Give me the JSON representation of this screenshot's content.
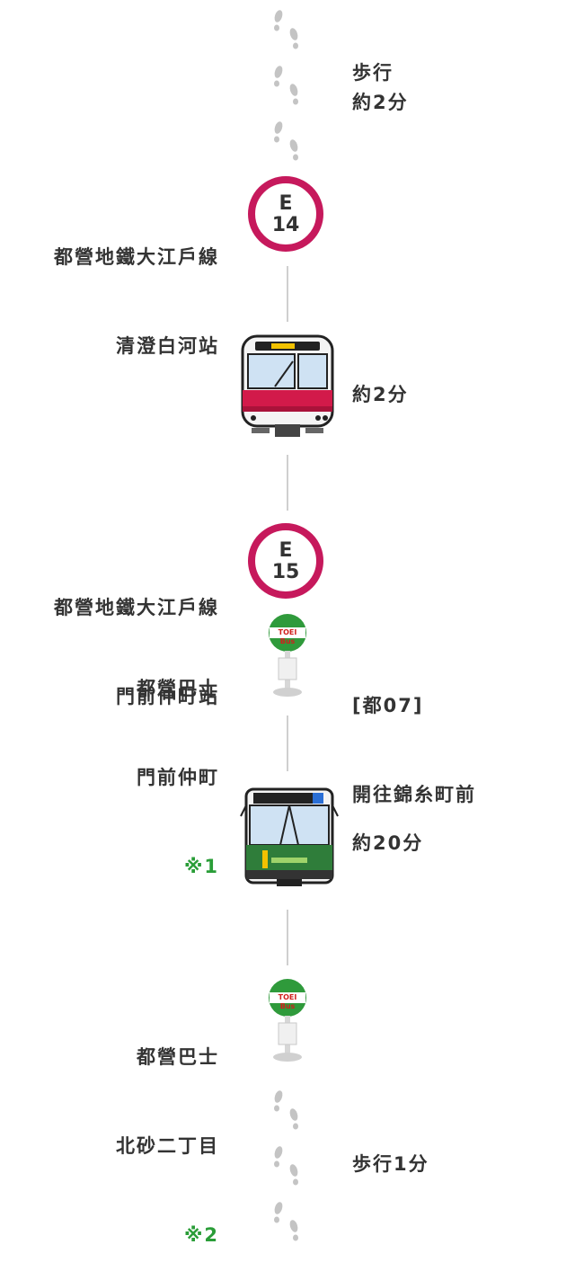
{
  "walk_top": {
    "text": "歩行\n約2分"
  },
  "station_e14": {
    "line_name": "都營地鐵大江戶線",
    "station_name": "清澄白河站",
    "code_letter": "E",
    "code_number": "14"
  },
  "train_ride": {
    "duration": "約2分"
  },
  "station_e15": {
    "line_name": "都營地鐵大江戶線",
    "station_name": "門前仲町站",
    "code_letter": "E",
    "code_number": "15"
  },
  "bus_stop_1": {
    "operator": "都營巴士",
    "stop_name": "門前仲町",
    "note": "※1",
    "sign_text": "TOEI Bus"
  },
  "bus_route": {
    "route": "[都07]",
    "destination": "開往錦糸町前"
  },
  "bus_ride": {
    "duration": "約20分"
  },
  "bus_stop_2": {
    "operator": "都營巴士",
    "stop_name": "北砂二丁目",
    "note": "※2",
    "sign_text": "TOEI Bus"
  },
  "walk_bottom": {
    "text": "歩行1分"
  },
  "colors": {
    "oedo_line": "#c6195c",
    "toei_green": "#2a9d38",
    "text": "#333333",
    "connector": "#cfcfcf"
  },
  "icons": [
    "footprints-icon",
    "train-icon",
    "bus-stop-icon",
    "bus-icon"
  ]
}
